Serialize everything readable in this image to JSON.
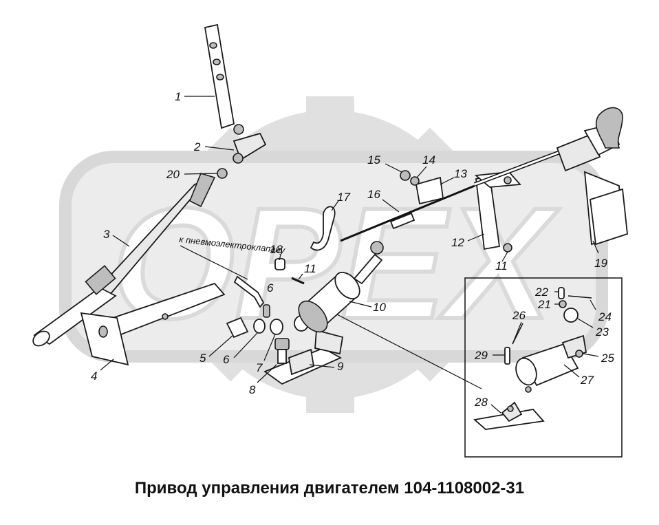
{
  "watermark": {
    "text": "OPEX"
  },
  "caption": "Привод управления двигателем 104-1108002-31",
  "note": "к пневмоэлектроклапану",
  "part_labels": [
    "1",
    "2",
    "3",
    "4",
    "5",
    "6",
    "6",
    "7",
    "8",
    "9",
    "10",
    "11",
    "11",
    "12",
    "13",
    "14",
    "15",
    "16",
    "17",
    "18",
    "19",
    "20",
    "21",
    "22",
    "23",
    "24",
    "25",
    "26",
    "27",
    "28",
    "29"
  ]
}
